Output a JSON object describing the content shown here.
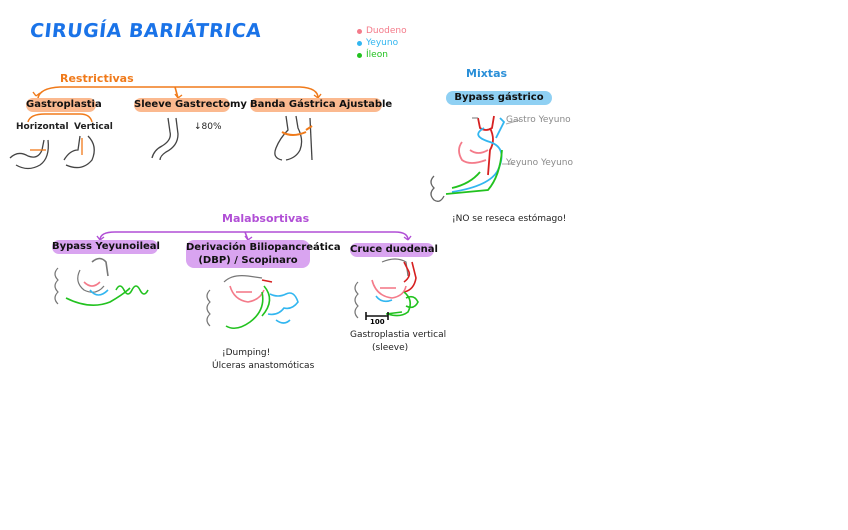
{
  "title": "CIRUGÍA BARIÁTRICA",
  "legend": [
    {
      "label": "Duodeno",
      "color": "#f47b8a"
    },
    {
      "label": "Yeyuno",
      "color": "#32b6f0"
    },
    {
      "label": "Íleon",
      "color": "#22c21f"
    }
  ],
  "restrictivas": {
    "title": "Restrictivas",
    "gastroplastia": "Gastroplastia",
    "horizontal": "Horizontal",
    "vertical": "Vertical",
    "sleeve": "Sleeve Gastrectomy",
    "sleeve_note": "↓80%",
    "banda": "Banda Gástrica Ajustable"
  },
  "mixtas": {
    "title": "Mixtas",
    "bypass": "Bypass gástrico",
    "gastro_yeyuno": "Gastro Yeyuno",
    "yeyuno_yeyuno": "Yeyuno Yeyuno",
    "note": "¡NO se reseca estómago!"
  },
  "malabsortivas": {
    "title": "Malabsortivas",
    "bypass_yeyunoileal": "Bypass Yeyunoileal",
    "derivacion_line1": "Derivación Biliopancreática",
    "derivacion_line2": "(DBP) / Scopinaro",
    "dumping": "¡Dumping!",
    "ulceras": "Úlceras anastomóticas",
    "cruce": "Cruce duodenal",
    "cm_label": "100",
    "gastroplastia_vertical": "Gastroplastia vertical",
    "sleeve_paren": "(sleeve)"
  },
  "colors": {
    "title_blue": "#1a73e8",
    "orange": "#f07a1a",
    "purple": "#b14fd6",
    "mixtas_blue": "#2a8fd8",
    "stomach_red": "#d62020"
  }
}
